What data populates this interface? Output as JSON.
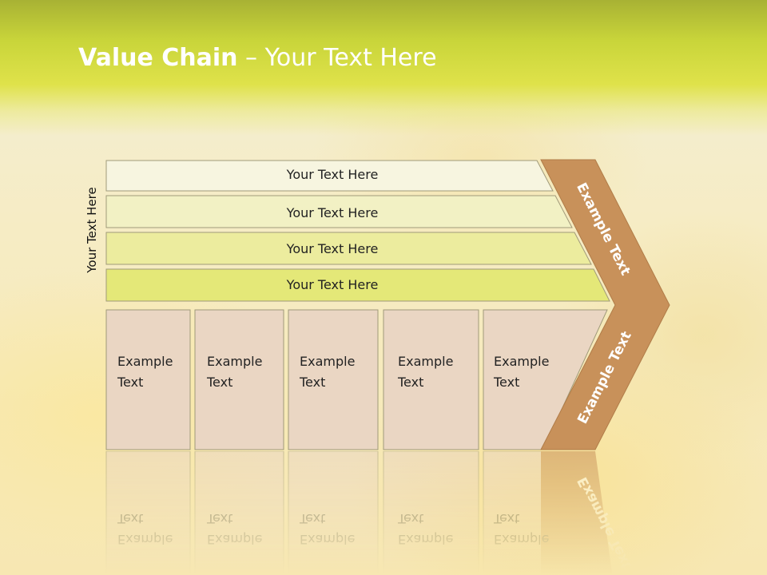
{
  "title": {
    "bold": "Value Chain",
    "rest": " – Your Text Here"
  },
  "side_label": "Your Text Here",
  "support_rows": [
    {
      "label": "Your Text Here",
      "color": "#f7f5e0"
    },
    {
      "label": "Your Text Here",
      "color": "#f2f1c4"
    },
    {
      "label": "Your Text Here",
      "color": "#ecec9e"
    },
    {
      "label": "Your Text Here",
      "color": "#e4e878"
    }
  ],
  "primary_boxes": [
    {
      "line1": "Example",
      "line2": "Text"
    },
    {
      "line1": "Example",
      "line2": "Text"
    },
    {
      "line1": "Example",
      "line2": "Text"
    },
    {
      "line1": "Example",
      "line2": "Text"
    },
    {
      "line1": "Example",
      "line2": "Text"
    }
  ],
  "chevron": {
    "upper_label": "Example Text",
    "lower_label": "Example Text",
    "color": "#c8915a"
  },
  "colors": {
    "header": "#c9d53a",
    "box_fill": "#ead6c3",
    "box_stroke": "#a09a7a"
  }
}
